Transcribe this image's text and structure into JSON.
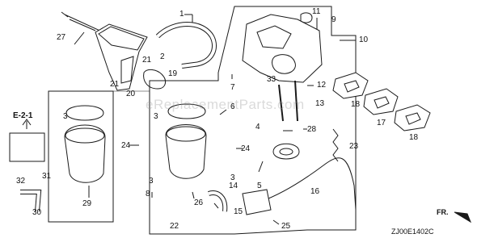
{
  "watermark": "eReplacementParts.com",
  "ref_label": "E-2-1",
  "diagram_code": "ZJ00E1402C",
  "fr_label": "FR.",
  "colors": {
    "line": "#1a1a1a",
    "fill": "#ffffff",
    "text": "#111111"
  },
  "callouts": {
    "c1": "1",
    "c2": "2",
    "c3a": "3",
    "c3b": "3",
    "c3c": "3",
    "c3d": "3",
    "c4": "4",
    "c5": "5",
    "c6": "6",
    "c7": "7",
    "c8": "8",
    "c9": "9",
    "c10": "10",
    "c11": "11",
    "c12": "12",
    "c13": "13",
    "c14": "14",
    "c15": "15",
    "c16": "16",
    "c17": "17",
    "c18a": "18",
    "c18b": "18",
    "c19": "19",
    "c20": "20",
    "c21a": "21",
    "c21b": "21",
    "c22": "22",
    "c23": "23",
    "c24a": "24",
    "c24b": "24",
    "c25": "25",
    "c26": "26",
    "c27": "27",
    "c28": "28",
    "c29": "29",
    "c30": "30",
    "c31": "31",
    "c32": "32",
    "c33": "33"
  }
}
